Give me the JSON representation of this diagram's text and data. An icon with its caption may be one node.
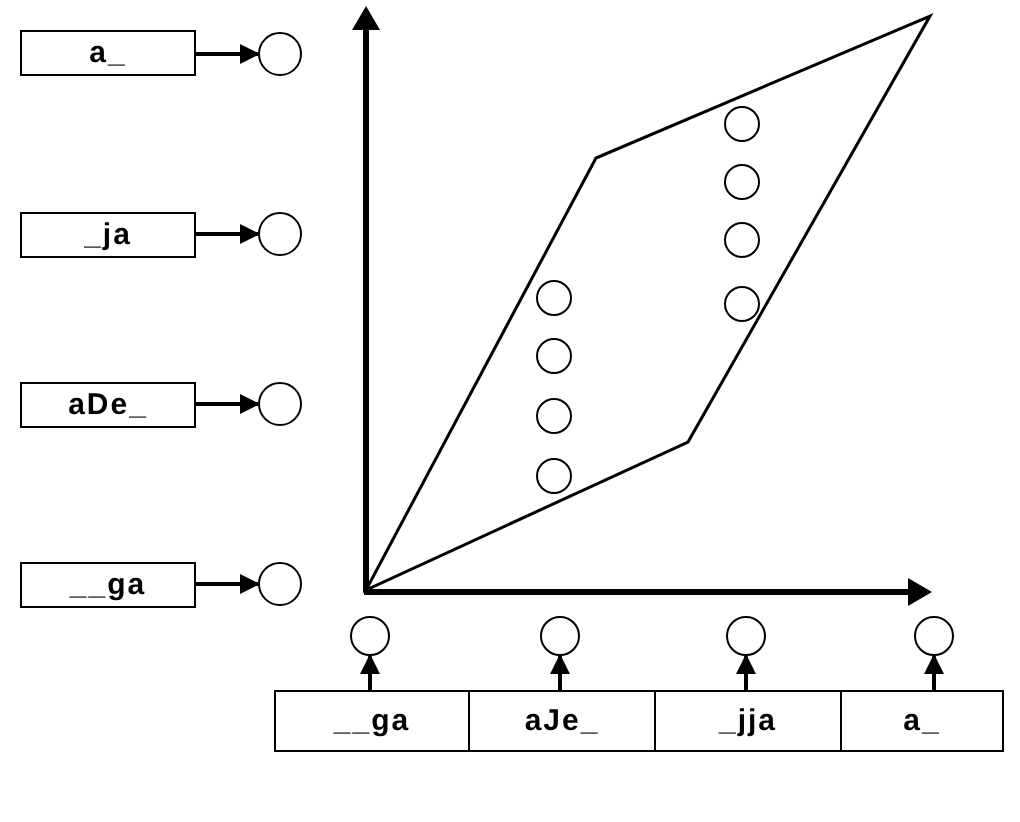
{
  "diagram": {
    "nodes": [
      {
        "text": [
          "a_"
        ]
      },
      {
        "text": [],
        "shape": "circle"
      },
      {
        "text": [
          "_ja"
        ]
      },
      {
        "text": [],
        "shape": "circle"
      },
      {
        "text": [
          "aDe_"
        ]
      },
      {
        "text": [],
        "shape": "circle"
      },
      {
        "text": [
          "__ga"
        ]
      },
      {
        "text": [],
        "shape": "circle"
      },
      {
        "text": [],
        "shape": "circle"
      },
      {
        "text": [],
        "shape": "circle"
      },
      {
        "text": [],
        "shape": "circle"
      },
      {
        "text": [],
        "shape": "circle"
      },
      {
        "text": [],
        "shape": "circle"
      },
      {
        "text": [],
        "shape": "circle"
      },
      {
        "text": [],
        "shape": "circle"
      },
      {
        "text": [],
        "shape": "circle"
      },
      {
        "text": [],
        "shape": "circle"
      },
      {
        "text": [],
        "shape": "circle"
      },
      {
        "text": [],
        "shape": "circle"
      },
      {
        "text": [],
        "shape": "circle"
      },
      {
        "text": [
          "__ga"
        ]
      },
      {
        "text": [
          "aJe_"
        ]
      },
      {
        "text": [
          "_jja"
        ]
      },
      {
        "text": [
          "a_"
        ]
      }
    ],
    "edges": [
      {
        "from": 0,
        "to": 1,
        "arrow": "to"
      },
      {
        "from": 2,
        "to": 3,
        "arrow": "to"
      },
      {
        "from": 4,
        "to": 5,
        "arrow": "to"
      },
      {
        "from": 6,
        "to": 7,
        "arrow": "to"
      },
      {
        "from": 20,
        "to": 16,
        "arrow": "to"
      },
      {
        "from": 21,
        "to": 17,
        "arrow": "to"
      },
      {
        "from": 22,
        "to": 18,
        "arrow": "to"
      },
      {
        "from": 23,
        "to": 19,
        "arrow": "to"
      }
    ]
  }
}
